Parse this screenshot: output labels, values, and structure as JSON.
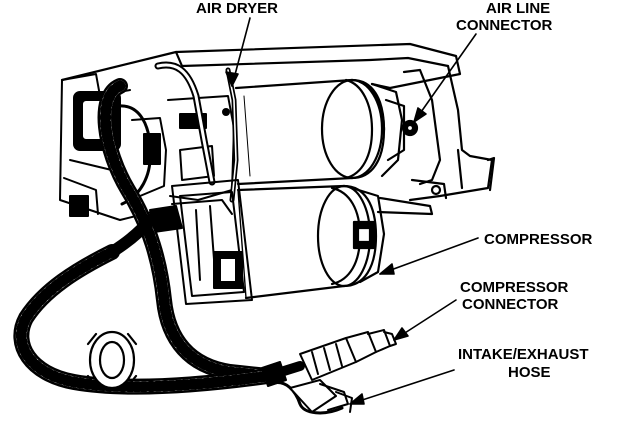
{
  "labels": {
    "air_dryer": "AIR DRYER",
    "air_line_connector_line1": "AIR LINE",
    "air_line_connector_line2": "CONNECTOR",
    "compressor": "COMPRESSOR",
    "compressor_connector_line1": "COMPRESSOR",
    "compressor_connector_line2": "CONNECTOR",
    "intake_exhaust_hose_line1": "INTAKE/EXHAUST",
    "intake_exhaust_hose_line2": "HOSE"
  },
  "colors": {
    "ink": "#000000",
    "paper": "#ffffff"
  }
}
